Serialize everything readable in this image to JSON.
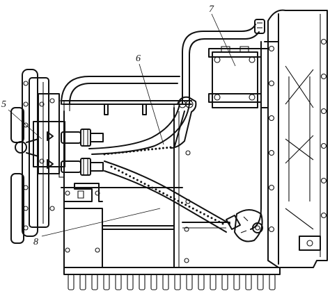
{
  "callouts": [
    {
      "id": "5",
      "text": "5"
    },
    {
      "id": "6",
      "text": "6"
    },
    {
      "id": "7",
      "text": "7"
    },
    {
      "id": "8",
      "text": "8"
    }
  ],
  "colors": {
    "ink": "#111111",
    "paper": "#ffffff"
  }
}
